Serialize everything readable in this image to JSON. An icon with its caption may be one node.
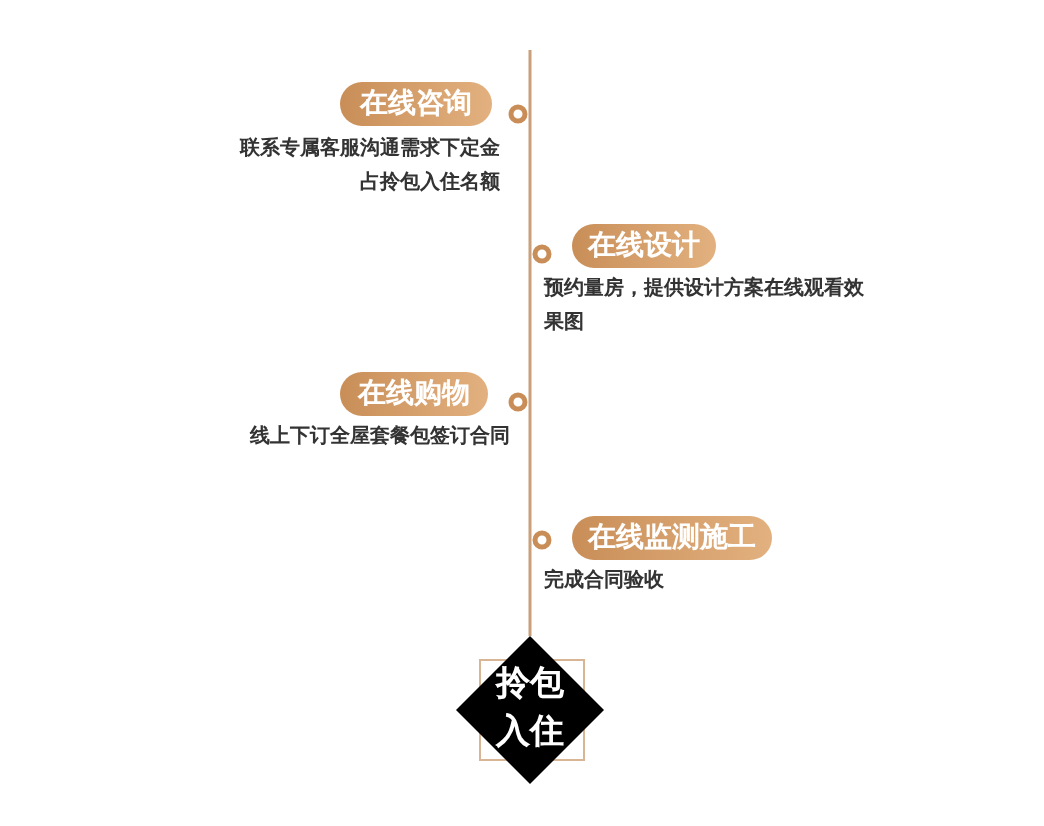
{
  "diagram": {
    "nodes": [
      {
        "text": [
          "在线咨询"
        ],
        "beside": [
          "联系专属客服沟通需求下定金占拎包入住名额"
        ]
      },
      {
        "text": [
          "在线设计"
        ],
        "beside": [
          "预约量房，提供设计方案在线观看效果图"
        ]
      },
      {
        "text": [
          "在线购物"
        ],
        "beside": [
          "线上下订全屋套餐包签订合同"
        ]
      },
      {
        "text": [
          "在线监测施工"
        ],
        "beside": [
          "完成合同验收"
        ]
      },
      {
        "text": [
          "拎包入住"
        ]
      }
    ],
    "edges": []
  }
}
